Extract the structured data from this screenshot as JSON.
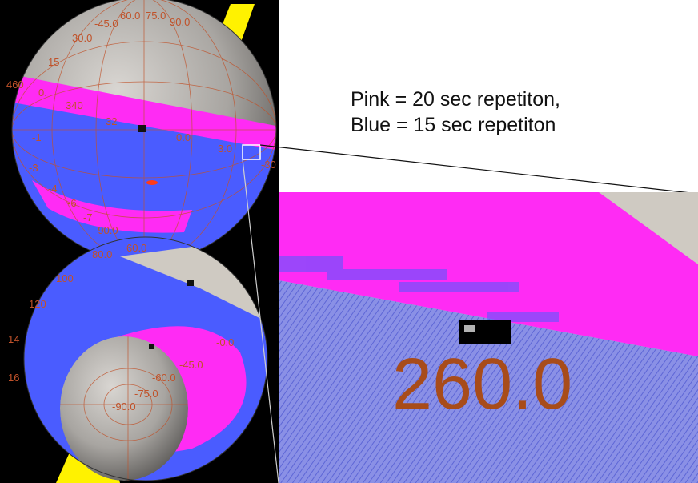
{
  "caption": {
    "line1": "Pink = 20 sec repetiton,",
    "line2": "Blue = 15 sec repetiton"
  },
  "zoom_label": "260.0",
  "upper_globe_labels": [
    "60.0",
    "75.0",
    "90.0",
    "-45.0",
    "30.0",
    "15",
    "460",
    "0.",
    "340",
    "32",
    "-1",
    "0.0",
    "3.0",
    "-3",
    "-4",
    "-6",
    "-7",
    "-90.0",
    "-30"
  ],
  "lower_globe_labels": [
    "80.0",
    "60.0",
    "100",
    "120",
    "14",
    "16",
    "-0.0",
    "-45.0",
    "-60.0",
    "-75.0",
    "-90.0"
  ],
  "colors": {
    "pink": "#ff2bf4",
    "blue": "#4a5cff",
    "yellow": "#fff200",
    "grid": "#c0522a"
  }
}
